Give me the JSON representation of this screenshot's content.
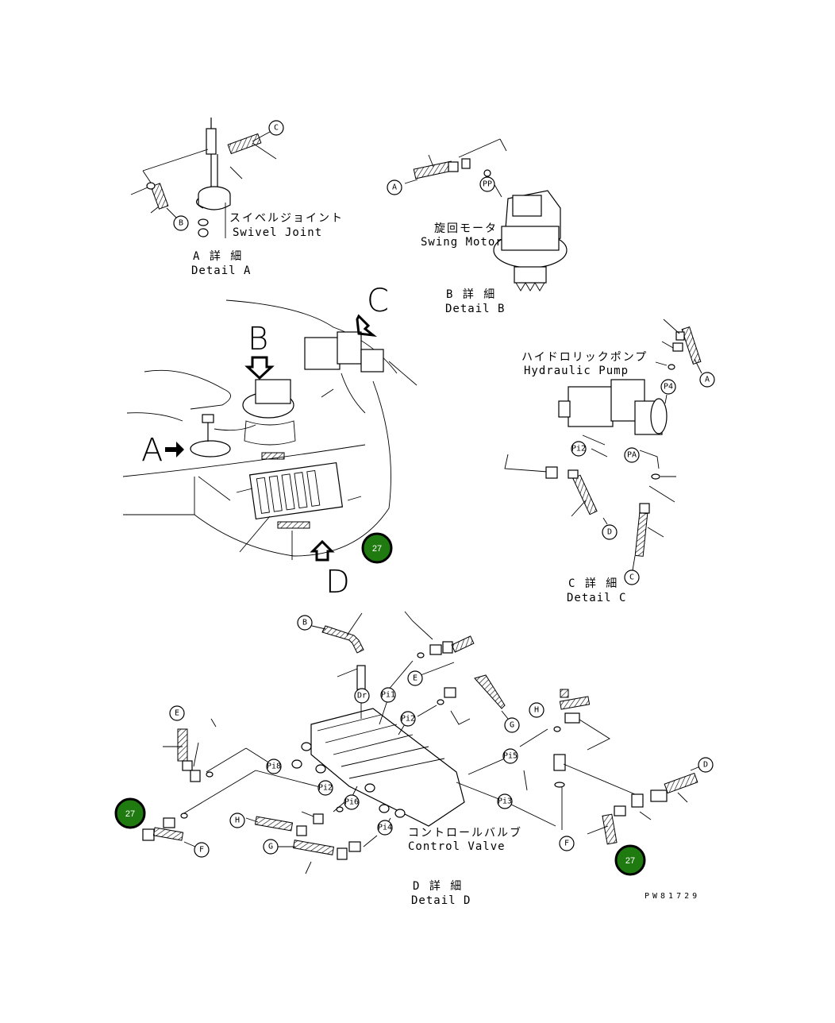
{
  "detail_a": {
    "title_jp": "A 詳 細",
    "title_en": "Detail A",
    "component_jp": "スイベルジョイント",
    "component_en": "Swivel Joint",
    "callout_c": "C",
    "callout_b": "B"
  },
  "detail_b": {
    "title_jp": "B 詳 細",
    "title_en": "Detail B",
    "component_jp": "旋回モータ",
    "component_en": "Swing Motor",
    "callout_a": "A",
    "port_pp": "PP"
  },
  "detail_c": {
    "title_jp": "C 詳 細",
    "title_en": "Detail C",
    "component_jp": "ハイドロリックポンプ",
    "component_en": "Hydraulic Pump",
    "callout_a": "A",
    "port_p4": "P4",
    "port_pi2": "Pi2",
    "port_pa": "PA",
    "callout_d": "D",
    "callout_c": "C"
  },
  "overview": {
    "view_a": "A",
    "view_b": "B",
    "view_c": "C",
    "view_d": "D"
  },
  "detail_d": {
    "title_jp": "D 詳 細",
    "title_en": "Detail D",
    "component_jp": "コントロールバルブ",
    "component_en": "Control Valve",
    "callouts": {
      "b": "B",
      "e_top": "E",
      "e_left": "E",
      "g_top": "G",
      "h_top": "H",
      "d": "D",
      "h_bottom": "H",
      "g_bottom": "G",
      "f_left": "F",
      "f_right": "F"
    },
    "ports": {
      "dr": "Dr",
      "pi1": "Pi1",
      "pi2": "Pi2",
      "pi5": "Pi5",
      "pi3": "Pi3",
      "pi4": "Pi4",
      "pi6": "Pi6",
      "pi8": "Pi8",
      "pi2b": "Pi2"
    }
  },
  "badges": [
    {
      "id": "badge-overview",
      "value": "27"
    },
    {
      "id": "badge-left",
      "value": "27"
    },
    {
      "id": "badge-right",
      "value": "27"
    }
  ],
  "badge_color": "#1f7a0f",
  "drawing_number": "PW81729"
}
